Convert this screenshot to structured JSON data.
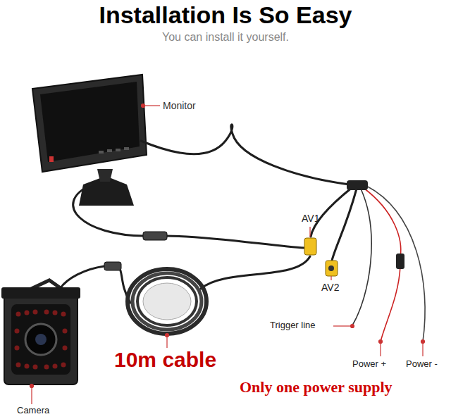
{
  "diagram": {
    "title": "Installation Is So Easy",
    "caption": "You can install it yourself.",
    "labels": [
      "Monitor",
      "AV1",
      "AV2",
      "Trigger line",
      "Power +",
      "Power -",
      "10m cable",
      "Only one power supply",
      "Camera"
    ]
  }
}
